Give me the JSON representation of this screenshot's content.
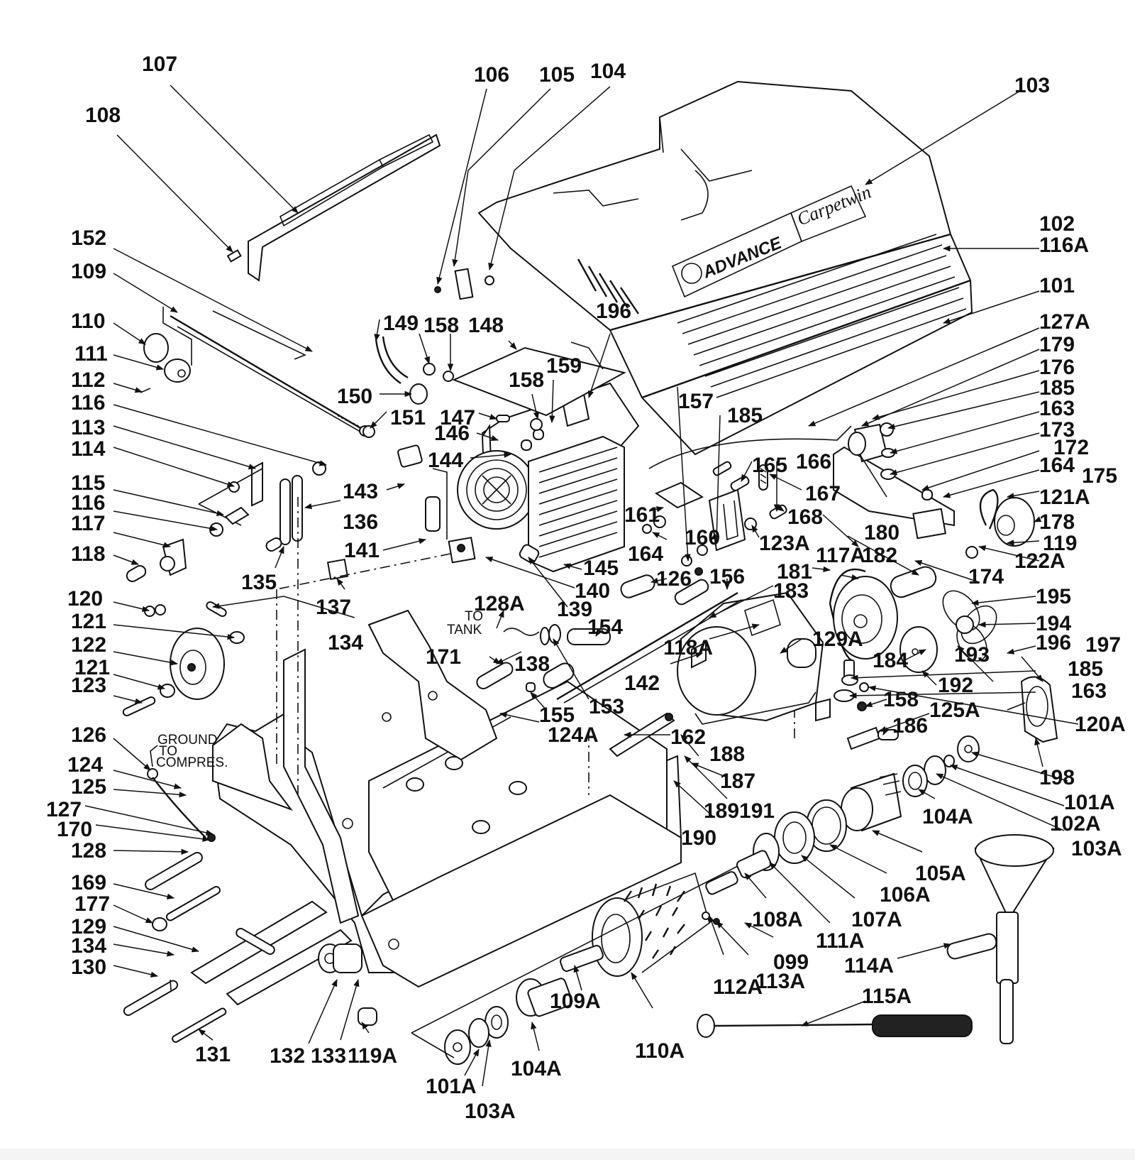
{
  "diagram": {
    "title": "Advance Carpetwin exploded parts diagram",
    "brand_text": "ADVANCE",
    "model_script": "Carpetwin",
    "annotations": {
      "to_tank_1": "TO",
      "to_tank_2": "TANK",
      "ground_1": "GROUND",
      "ground_2": "TO",
      "ground_3": "COMPRES."
    },
    "callouts": [
      {
        "id": "107",
        "label": "107"
      },
      {
        "id": "108",
        "label": "108"
      },
      {
        "id": "106",
        "label": "106"
      },
      {
        "id": "105",
        "label": "105"
      },
      {
        "id": "104",
        "label": "104"
      },
      {
        "id": "103",
        "label": "103"
      },
      {
        "id": "102",
        "label": "102"
      },
      {
        "id": "116A",
        "label": "116A"
      },
      {
        "id": "101",
        "label": "101"
      },
      {
        "id": "127A",
        "label": "127A"
      },
      {
        "id": "179",
        "label": "179"
      },
      {
        "id": "176",
        "label": "176"
      },
      {
        "id": "185a",
        "label": "185"
      },
      {
        "id": "163a",
        "label": "163"
      },
      {
        "id": "173",
        "label": "173"
      },
      {
        "id": "172",
        "label": "172"
      },
      {
        "id": "164a",
        "label": "164"
      },
      {
        "id": "175",
        "label": "175"
      },
      {
        "id": "121A",
        "label": "121A"
      },
      {
        "id": "178",
        "label": "178"
      },
      {
        "id": "119",
        "label": "119"
      },
      {
        "id": "122A",
        "label": "122A"
      },
      {
        "id": "174",
        "label": "174"
      },
      {
        "id": "195",
        "label": "195"
      },
      {
        "id": "194",
        "label": "194"
      },
      {
        "id": "196b",
        "label": "196"
      },
      {
        "id": "197",
        "label": "197"
      },
      {
        "id": "193",
        "label": "193"
      },
      {
        "id": "185c",
        "label": "185"
      },
      {
        "id": "163b",
        "label": "163"
      },
      {
        "id": "120A",
        "label": "120A"
      },
      {
        "id": "192",
        "label": "192"
      },
      {
        "id": "184",
        "label": "184"
      },
      {
        "id": "158c",
        "label": "158"
      },
      {
        "id": "125A",
        "label": "125A"
      },
      {
        "id": "186",
        "label": "186"
      },
      {
        "id": "198",
        "label": "198"
      },
      {
        "id": "101A",
        "label": "101A"
      },
      {
        "id": "102A",
        "label": "102A"
      },
      {
        "id": "103A",
        "label": "103A"
      },
      {
        "id": "104A",
        "label": "104A"
      },
      {
        "id": "105A",
        "label": "105A"
      },
      {
        "id": "106A",
        "label": "106A"
      },
      {
        "id": "107A",
        "label": "107A"
      },
      {
        "id": "108A",
        "label": "108A"
      },
      {
        "id": "111A",
        "label": "111A"
      },
      {
        "id": "114A",
        "label": "114A"
      },
      {
        "id": "099",
        "label": "099"
      },
      {
        "id": "112A",
        "label": "112A"
      },
      {
        "id": "113A",
        "label": "113A"
      },
      {
        "id": "115A",
        "label": "115A"
      },
      {
        "id": "110A",
        "label": "110A"
      },
      {
        "id": "109A",
        "label": "109A"
      },
      {
        "id": "104Ab",
        "label": "104A"
      },
      {
        "id": "101Ab",
        "label": "101A"
      },
      {
        "id": "103Ab",
        "label": "103A"
      },
      {
        "id": "119A",
        "label": "119A"
      },
      {
        "id": "133",
        "label": "133"
      },
      {
        "id": "132",
        "label": "132"
      },
      {
        "id": "131",
        "label": "131"
      },
      {
        "id": "152",
        "label": "152"
      },
      {
        "id": "109",
        "label": "109"
      },
      {
        "id": "110",
        "label": "110"
      },
      {
        "id": "111",
        "label": "111"
      },
      {
        "id": "112",
        "label": "112"
      },
      {
        "id": "116a",
        "label": "116"
      },
      {
        "id": "113",
        "label": "113"
      },
      {
        "id": "114",
        "label": "114"
      },
      {
        "id": "115",
        "label": "115"
      },
      {
        "id": "116b",
        "label": "116"
      },
      {
        "id": "117",
        "label": "117"
      },
      {
        "id": "118",
        "label": "118"
      },
      {
        "id": "120",
        "label": "120"
      },
      {
        "id": "121a",
        "label": "121"
      },
      {
        "id": "122",
        "label": "122"
      },
      {
        "id": "121b",
        "label": "121"
      },
      {
        "id": "123",
        "label": "123"
      },
      {
        "id": "126a",
        "label": "126"
      },
      {
        "id": "124",
        "label": "124"
      },
      {
        "id": "125",
        "label": "125"
      },
      {
        "id": "127",
        "label": "127"
      },
      {
        "id": "170",
        "label": "170"
      },
      {
        "id": "128",
        "label": "128"
      },
      {
        "id": "169",
        "label": "169"
      },
      {
        "id": "177",
        "label": "177"
      },
      {
        "id": "129",
        "label": "129"
      },
      {
        "id": "134a",
        "label": "134"
      },
      {
        "id": "130",
        "label": "130"
      },
      {
        "id": "149",
        "label": "149"
      },
      {
        "id": "158a",
        "label": "158"
      },
      {
        "id": "148",
        "label": "148"
      },
      {
        "id": "196a",
        "label": "196"
      },
      {
        "id": "150",
        "label": "150"
      },
      {
        "id": "151",
        "label": "151"
      },
      {
        "id": "147",
        "label": "147"
      },
      {
        "id": "146",
        "label": "146"
      },
      {
        "id": "158b",
        "label": "158"
      },
      {
        "id": "159",
        "label": "159"
      },
      {
        "id": "144",
        "label": "144"
      },
      {
        "id": "143",
        "label": "143"
      },
      {
        "id": "136",
        "label": "136"
      },
      {
        "id": "141",
        "label": "141"
      },
      {
        "id": "135",
        "label": "135"
      },
      {
        "id": "137",
        "label": "137"
      },
      {
        "id": "134b",
        "label": "134"
      },
      {
        "id": "140",
        "label": "140"
      },
      {
        "id": "139",
        "label": "139"
      },
      {
        "id": "145",
        "label": "145"
      },
      {
        "id": "128A",
        "label": "128A"
      },
      {
        "id": "154",
        "label": "154"
      },
      {
        "id": "171",
        "label": "171"
      },
      {
        "id": "138",
        "label": "138"
      },
      {
        "id": "155",
        "label": "155"
      },
      {
        "id": "153",
        "label": "153"
      },
      {
        "id": "124A",
        "label": "124A"
      },
      {
        "id": "142",
        "label": "142"
      },
      {
        "id": "162",
        "label": "162"
      },
      {
        "id": "188",
        "label": "188"
      },
      {
        "id": "187",
        "label": "187"
      },
      {
        "id": "189191",
        "label": "189191"
      },
      {
        "id": "190",
        "label": "190"
      },
      {
        "id": "157",
        "label": "157"
      },
      {
        "id": "185b",
        "label": "185"
      },
      {
        "id": "165",
        "label": "165"
      },
      {
        "id": "166",
        "label": "166"
      },
      {
        "id": "167",
        "label": "167"
      },
      {
        "id": "161",
        "label": "161"
      },
      {
        "id": "168",
        "label": "168"
      },
      {
        "id": "160",
        "label": "160"
      },
      {
        "id": "123A",
        "label": "123A"
      },
      {
        "id": "164b",
        "label": "164"
      },
      {
        "id": "117A",
        "label": "117A"
      },
      {
        "id": "180",
        "label": "180"
      },
      {
        "id": "182",
        "label": "182"
      },
      {
        "id": "181",
        "label": "181"
      },
      {
        "id": "126b",
        "label": "126"
      },
      {
        "id": "156",
        "label": "156"
      },
      {
        "id": "183",
        "label": "183"
      },
      {
        "id": "118A",
        "label": "118A"
      },
      {
        "id": "129A",
        "label": "129A"
      }
    ]
  }
}
